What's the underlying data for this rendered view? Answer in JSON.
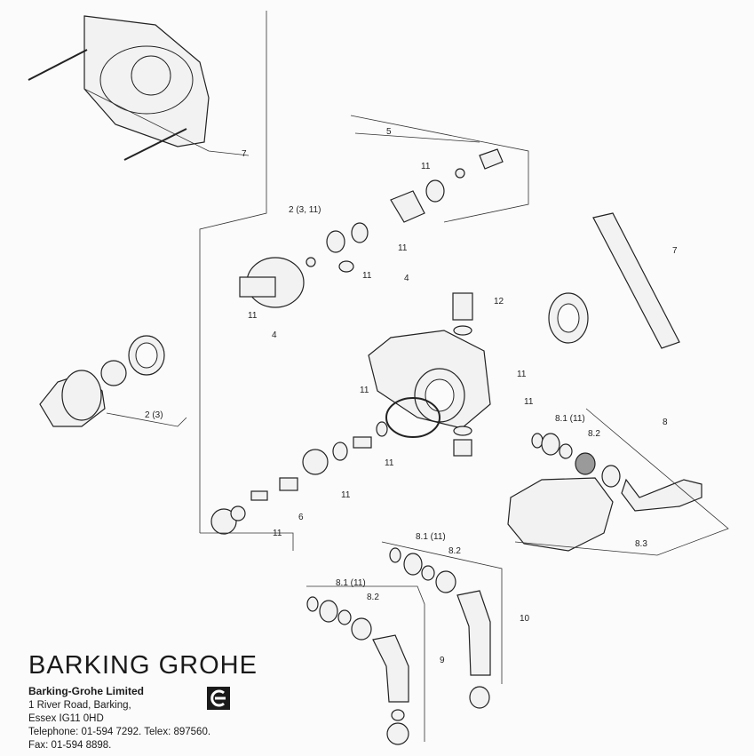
{
  "callouts": {
    "c7_top": "7",
    "c5": "5",
    "c11_a": "11",
    "c2_311": "2 (3, 11)",
    "c11_b": "11",
    "c11_c": "11",
    "c4_a": "4",
    "c11_d": "11",
    "c4_b": "4",
    "c2_3": "2 (3)",
    "c12": "12",
    "c7_right": "7",
    "c11_e": "11",
    "c11_f": "11",
    "c11_g": "11",
    "c81_11_a": "8.1 (11)",
    "c8": "8",
    "c82_a": "8.2",
    "c11_h": "11",
    "c11_i": "11",
    "c6": "6",
    "c11_j": "11",
    "c83": "8.3",
    "c81_11_b": "8.1 (11)",
    "c82_b": "8.2",
    "c81_11_c": "8.1 (11)",
    "c82_c": "8.2",
    "c10": "10",
    "c9": "9"
  },
  "footer": {
    "brand": "BARKING GROHE",
    "company": "Barking-Grohe Limited",
    "address_line1": "1 River Road, Barking,",
    "address_line2": "Essex IG11 0HD",
    "telephone": "Telephone: 01-594 7292. Telex: 897560.",
    "fax": "Fax: 01-594 8898."
  },
  "logo_icon": "grohe-logo-icon"
}
